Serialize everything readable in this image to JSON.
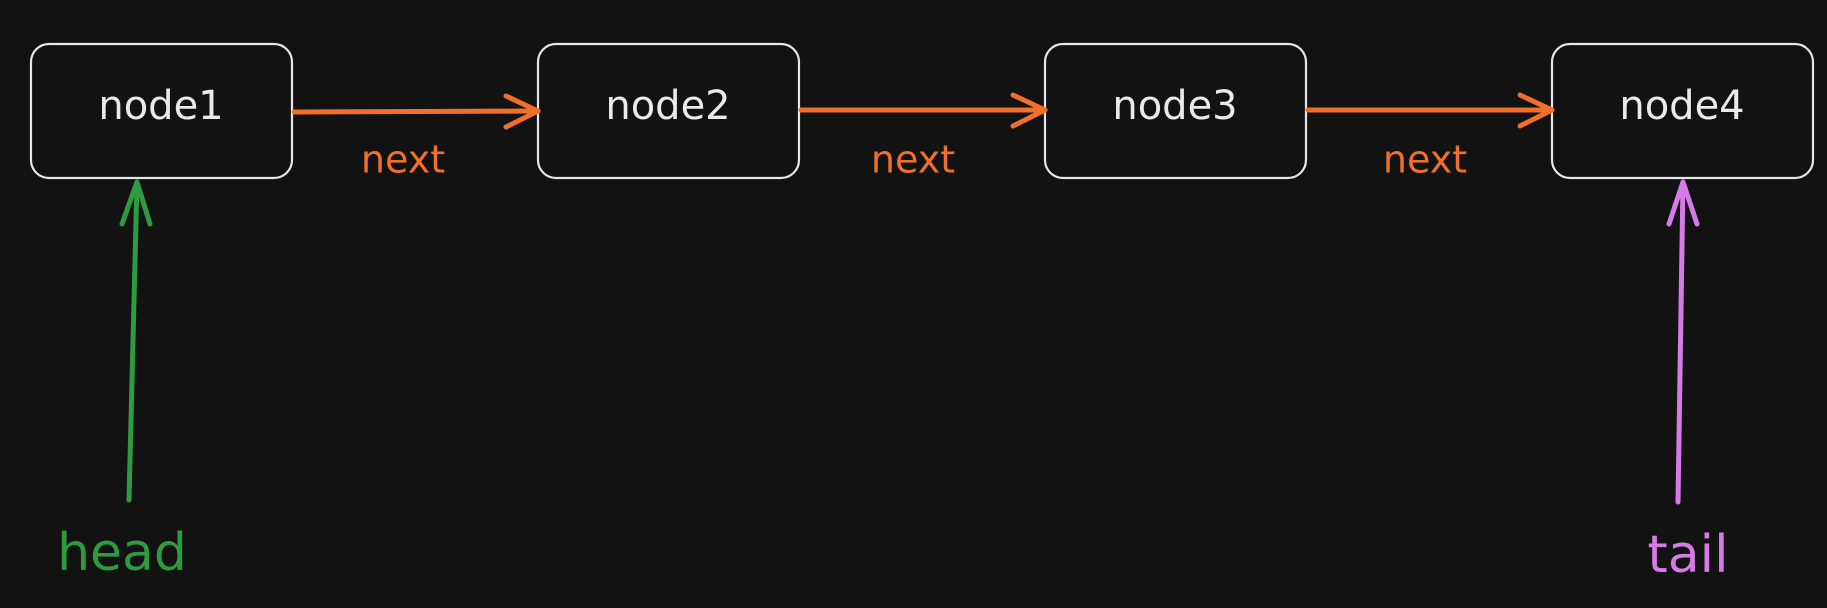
{
  "colors": {
    "background": "#121212",
    "node_stroke": "#e6e6e6",
    "node_text": "#eaeaea",
    "next_arrow": "#f0702a",
    "head_pointer": "#2f9b3f",
    "tail_pointer": "#d67ae8"
  },
  "nodes": [
    {
      "id": "node1",
      "label": "node1"
    },
    {
      "id": "node2",
      "label": "node2"
    },
    {
      "id": "node3",
      "label": "node3"
    },
    {
      "id": "node4",
      "label": "node4"
    }
  ],
  "edges": [
    {
      "from": "node1",
      "to": "node2",
      "label": "next"
    },
    {
      "from": "node2",
      "to": "node3",
      "label": "next"
    },
    {
      "from": "node3",
      "to": "node4",
      "label": "next"
    }
  ],
  "pointers": {
    "head": {
      "label": "head",
      "target": "node1"
    },
    "tail": {
      "label": "tail",
      "target": "node4"
    }
  }
}
